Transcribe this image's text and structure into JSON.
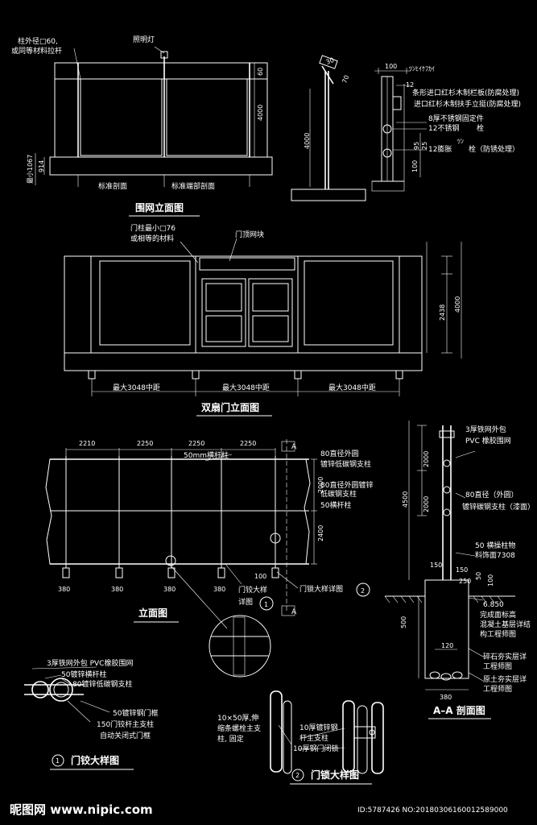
{
  "drawing": {
    "fence_section": {
      "title": "围网立面图",
      "labels": {
        "post": "柱外径□60,",
        "post2": "或同等材料拉杆",
        "lamp": "照明灯",
        "std_section": "标准剖面",
        "std_end_section": "标准端部剖面",
        "min_h": "最小1067",
        "d914": "914",
        "d60": "60",
        "d4000": "4000"
      }
    },
    "side_detail": {
      "labels": {
        "d30": "30",
        "d70": "70",
        "d100": "100",
        "d12": "12",
        "d4000": "4000",
        "d95": "95",
        "d25": "25",
        "d100b": "100",
        "jp": "ﾂﾝﾋｲｹﾌｶｲ",
        "wood1": "条形进口红杉木制栏板(防腐处理)",
        "wood2": "进口红杉木制扶手立挺(防腐处理)",
        "plate": "8厚不锈钢固定件",
        "bolt": "12不锈钢",
        "bolt_tail": "栓",
        "anchor": "12膨胀",
        "anchor_tail": "栓（防锈处理）",
        "jp2": "ﾂﾝ"
      }
    },
    "double_gate": {
      "title": "双扇门立面图",
      "labels": {
        "gate_post": "门柱最小□76",
        "gate_post2": "或相等的材料",
        "top_mesh": "门顶网块",
        "spacing1": "最大3048中距",
        "spacing2": "最大3048中距",
        "spacing3": "最大3048中距",
        "d2438": "2438",
        "d4000": "4000"
      }
    },
    "elevation": {
      "title": "立面图",
      "labels": {
        "w1": "2210",
        "w2": "2250",
        "w3": "2250",
        "w4": "2250",
        "rail": "50mm横杆柱",
        "tube": "80直径外圆",
        "tube2": "镀锌低碳钢支柱",
        "tube3": "80直径外圆镀锌",
        "tube4": "低碳钢支柱",
        "rail2": "50横杆柱",
        "d2000": "2000",
        "d2400": "2400",
        "d380a": "380",
        "d380b": "380",
        "d380c": "380",
        "d380d": "380",
        "d100": "100",
        "hinge_ref": "门铰大样",
        "hinge_ref2": "详图",
        "lock_ref": "门锁大样详图",
        "sec_a": "A",
        "sec_a2": "A",
        "n1": "1",
        "n2": "2"
      }
    },
    "section_aa": {
      "title": "A–A 剖面图",
      "labels": {
        "mesh": "3厚铁网外包",
        "mesh2": "PVC 橡胶围网",
        "post": "80直径（外圆）",
        "post2": "镀锌碳钢支柱（漆面）",
        "rail": "50 横操柱物",
        "rail2": "料饰面7308",
        "d2000a": "2000",
        "d2000b": "2000",
        "d4500": "4500",
        "d150a": "150",
        "d150b": "150",
        "d250": "250",
        "d50": "50",
        "d100": "100",
        "d500": "500",
        "d120": "120",
        "d380": "380",
        "elev": "6.850",
        "elev2": "完成面标高",
        "conc": "混凝土基层详结",
        "conc2": "构工程师图",
        "gravel": "碎石夯实层详",
        "gravel2": "工程师图",
        "soil": "原土夯实层详",
        "soil2": "工程师图"
      }
    },
    "hinge_detail": {
      "title": "门铰大样图",
      "num": "1",
      "labels": {
        "a": "3厚铁网外包 PVC橡胶围网",
        "b": "50镀锌横杆柱",
        "c": "80镀锌低碳钢支柱",
        "d": "50镀锌钢门框",
        "e": "150门铰杆主支柱",
        "f": "自动关闭式门框"
      }
    },
    "lock_detail": {
      "title": "门锁大样图",
      "num": "2",
      "labels": {
        "a": "10×50厚,伸",
        "b": "缩条螺栓主支",
        "c": "柱, 固定",
        "d": "10厚镀锌钢",
        "e": "杆主支柱",
        "f": "10厚钢门闭锁"
      }
    }
  },
  "watermark": {
    "site": "昵图网 www.nipic.com",
    "id": "ID:5787426 NO:20180306160012589000"
  }
}
